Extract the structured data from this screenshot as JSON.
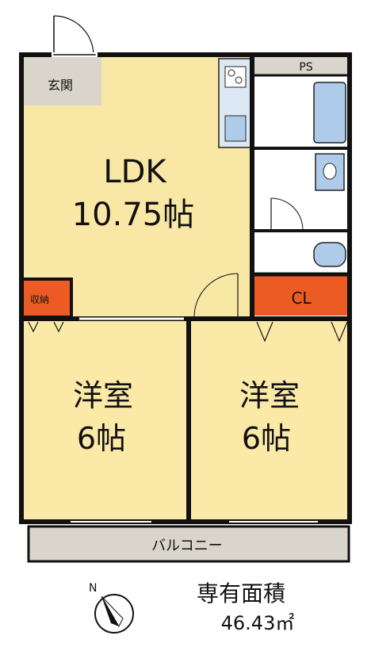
{
  "rooms": {
    "genkan": "玄関",
    "ps": "PS",
    "ldk_name": "LDK",
    "ldk_size": "10.75帖",
    "storage": "収納",
    "closet": "CL",
    "western1_name": "洋室",
    "western1_size": "6帖",
    "western2_name": "洋室",
    "western2_size": "6帖",
    "balcony": "バルコニー"
  },
  "compass": {
    "north": "N"
  },
  "area": {
    "label": "専有面積",
    "value": "46.43㎡"
  },
  "colors": {
    "ldk_fill": "#f9e7a6",
    "room_fill": "#fbe9a8",
    "closet_fill": "#ec5b23",
    "grey_fill": "#d9d5cb",
    "wall": "#111111",
    "fixture_fill": "#aeccea"
  }
}
